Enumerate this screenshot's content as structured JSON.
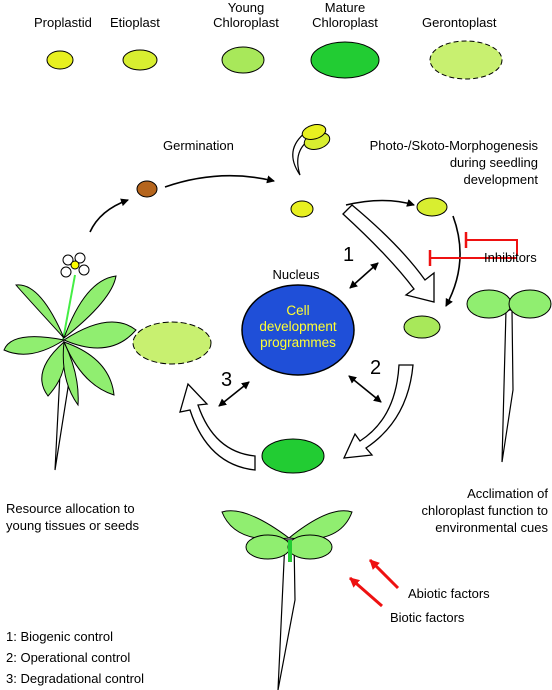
{
  "legend": {
    "proplastid": "Proplastid",
    "etioplast": "Etioplast",
    "young_chloroplast": [
      "Young",
      "Chloroplast"
    ],
    "mature_chloroplast": [
      "Mature",
      "Chloroplast"
    ],
    "gerontoplast": "Gerontoplast"
  },
  "labels": {
    "germination": "Germination",
    "photomorphogenesis": [
      "Photo-/Skoto-Morphogenesis",
      "during seedling",
      "development"
    ],
    "inhibitors": "Inhibitors",
    "nucleus": "Nucleus",
    "cell_programmes": [
      "Cell",
      "development",
      "programmes"
    ],
    "resource_allocation": [
      "Resource allocation to",
      "young tissues or seeds"
    ],
    "acclimation": [
      "Acclimation of",
      "chloroplast function to",
      "environmental cues"
    ],
    "abiotic": "Abiotic factors",
    "biotic": "Biotic factors"
  },
  "numbers": {
    "one": "1",
    "two": "2",
    "three": "3"
  },
  "key": [
    "1: Biogenic control",
    "2: Operational control",
    "3: Degradational control"
  ],
  "colors": {
    "proplastid": "#e8f020",
    "etioplast": "#d8ee30",
    "young_chloroplast": "#a8e85a",
    "mature_chloroplast": "#22cc33",
    "gerontoplast": "#c8f070",
    "seed": "#b5651d",
    "leaf": "#90ee70",
    "nucleus": "#1f4fd8",
    "inhibitor": "#ee1111"
  }
}
